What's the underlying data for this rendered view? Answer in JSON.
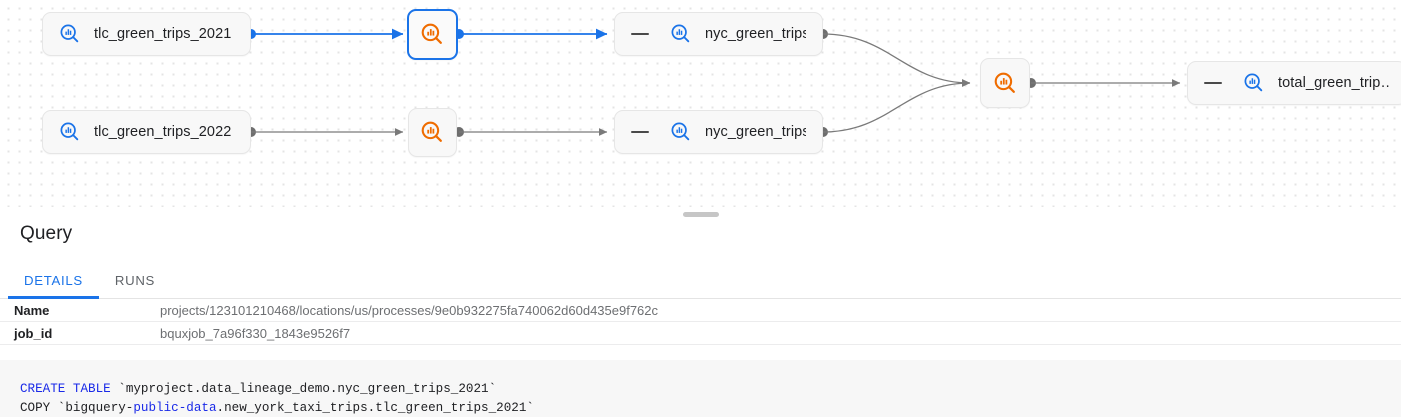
{
  "graph": {
    "nodes": [
      {
        "id": "tlc2021",
        "type": "table",
        "label": "tlc_green_trips_2021",
        "icon": "table-search-icon",
        "selected": false,
        "collapsible": false
      },
      {
        "id": "tlc2022",
        "type": "table",
        "label": "tlc_green_trips_2022",
        "icon": "table-search-icon",
        "selected": false,
        "collapsible": false
      },
      {
        "id": "proc1",
        "type": "process",
        "label": "",
        "icon": "process-search-icon",
        "selected": true,
        "collapsible": false
      },
      {
        "id": "proc2",
        "type": "process",
        "label": "",
        "icon": "process-search-icon",
        "selected": false,
        "collapsible": false
      },
      {
        "id": "nyc1",
        "type": "table",
        "label": "nyc_green_trips…",
        "icon": "table-search-icon",
        "selected": false,
        "collapsible": true
      },
      {
        "id": "nyc2",
        "type": "table",
        "label": "nyc_green_trips…",
        "icon": "table-search-icon",
        "selected": false,
        "collapsible": true
      },
      {
        "id": "proc3",
        "type": "process",
        "label": "",
        "icon": "process-search-icon",
        "selected": false,
        "collapsible": false
      },
      {
        "id": "total",
        "type": "table",
        "label": "total_green_trip…",
        "icon": "table-search-icon",
        "selected": false,
        "collapsible": true
      }
    ],
    "colors": {
      "edge_default": "#7a7a7a",
      "edge_highlight": "#1a73e8",
      "table_icon": "#1a73e8",
      "process_icon": "#ef6c00",
      "node_bg": "#f8f8f8"
    }
  },
  "panel": {
    "title": "Query",
    "drag_handle": "panel-resize-handle",
    "tabs": [
      {
        "label": "DETAILS",
        "active": true
      },
      {
        "label": "RUNS",
        "active": false
      }
    ],
    "details": [
      {
        "key": "Name",
        "value": "projects/123101210468/locations/us/processes/9e0b932275fa740062d60d435e9f762c"
      },
      {
        "key": "job_id",
        "value": "bquxjob_7a96f330_1843e9526f7"
      }
    ],
    "sql": {
      "line1_keyword": "CREATE TABLE",
      "line1_rest": " `myproject.data_lineage_demo.nyc_green_trips_2021`",
      "line2_pre": "COPY `bigquery-",
      "line2_keyword": "public-data",
      "line2_rest": ".new_york_taxi_trips.tlc_green_trips_2021`"
    }
  }
}
